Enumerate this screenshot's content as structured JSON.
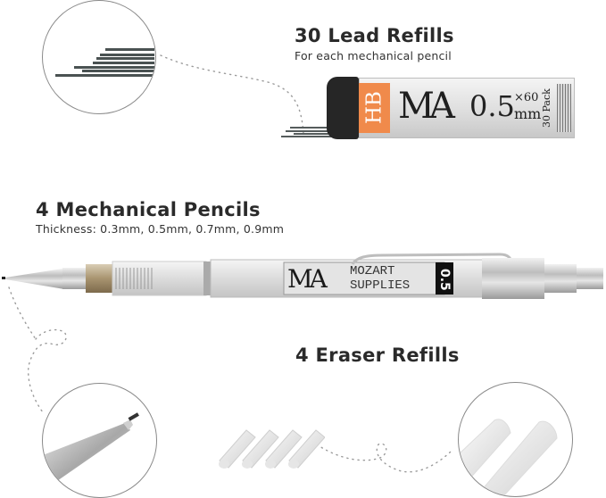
{
  "product": {
    "brand": "MOZART SUPPLIES",
    "brand_logo": "MA"
  },
  "sections": {
    "lead_refills": {
      "title": "30 Lead Refills",
      "subtitle": "For each mechanical pencil",
      "case_label": {
        "grade": "HB",
        "logo": "MA",
        "size": "0.5",
        "unit": "mm",
        "count_mark": "×60",
        "pack": "30 Pack"
      }
    },
    "pencils": {
      "title": "4 Mechanical Pencils",
      "subtitle": "Thickness: 0.3mm, 0.5mm, 0.7mm, 0.9mm",
      "barrel_label": {
        "logo": "MA",
        "line1": "MOZART",
        "line2": "SUPPLIES",
        "size_badge": "0.5"
      }
    },
    "erasers": {
      "title": "4 Eraser Refills"
    }
  },
  "icons": {
    "lead_closeup": "lead-closeup-icon",
    "tip_closeup": "pencil-tip-closeup-icon",
    "eraser_closeup": "eraser-closeup-icon"
  },
  "colors": {
    "accent_orange": "#f08a4b",
    "case_black": "#262626",
    "text_dark": "#2a2a2a",
    "lead_gray": "#4a5050",
    "dotted_line": "#9a9a9a"
  }
}
